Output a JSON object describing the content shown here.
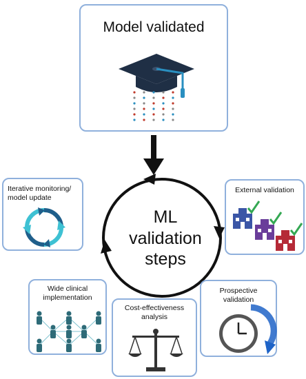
{
  "top": {
    "title": "Model validated"
  },
  "center": {
    "lines": [
      "ML",
      "validation",
      "steps"
    ]
  },
  "cards": {
    "iterative": {
      "title_line1": "Iterative monitoring/",
      "title_line2": "model update",
      "icon": "cycle-arrows-icon"
    },
    "external": {
      "title": "External validation",
      "icon": "hospitals-check-icon"
    },
    "prospective": {
      "title": "Prospective validation",
      "icon": "clock-arrow-icon"
    },
    "cost": {
      "title_line1": "Cost-effectiveness",
      "title_line2": "analysis",
      "icon": "balance-scale-icon"
    },
    "wide": {
      "title_line1": "Wide clinical",
      "title_line2": "implementation",
      "icon": "people-network-icon"
    }
  },
  "colors": {
    "box_border": "#8fb0dc",
    "cap": "#1f2f45",
    "tassel": "#2a8fc0",
    "hospital_blue": "#3b56a6",
    "hospital_purple": "#6a3d9a",
    "hospital_red": "#b52a37",
    "check": "#34a853",
    "cycle_dark": "#1f5f8b",
    "cycle_light": "#3ec1d3",
    "people": "#2e6b78",
    "clock_arrow": "#1e63c7"
  }
}
